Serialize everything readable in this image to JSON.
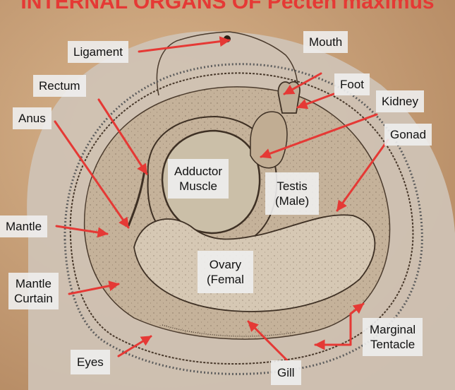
{
  "title": "INTERNAL ORGANS OF Pecten maximus",
  "colors": {
    "title": "#e53935",
    "arrow": "#e53935",
    "label_bg": "#eeeeee",
    "shell": "#cfc3b6",
    "body": "#c5b29a",
    "background": "#c9a47f",
    "ink": "#4a3a2c"
  },
  "labels": {
    "ligament": "Ligament",
    "mouth": "Mouth",
    "rectum": "Rectum",
    "foot": "Foot",
    "kidney": "Kidney",
    "anus": "Anus",
    "gonad": "Gonad",
    "adductor": [
      "Adductor",
      "Muscle"
    ],
    "testis": [
      "Testis",
      "(Male)"
    ],
    "mantle": "Mantle",
    "ovary": [
      "Ovary",
      "(Femal"
    ],
    "mantle_curtain": [
      "Mantle",
      "Curtain"
    ],
    "marginal_tentacle": [
      "Marginal",
      "Tentacle"
    ],
    "eyes": "Eyes",
    "gill": "Gill"
  }
}
